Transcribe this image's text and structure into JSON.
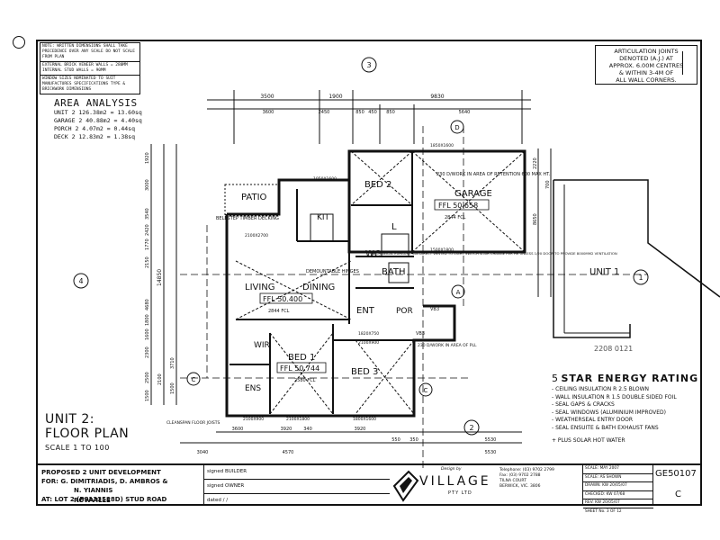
{
  "notes": {
    "note1": "NOTE: WRITTEN DIMENSIONS SHALL TAKE PRECEDENCE OVER ANY SCALE DO NOT SCALE FROM PLAN",
    "note2": "EXTERNAL BRICK VENEER WALLS = 280MM INTERNAL STUD WALLS = 90MM",
    "note3": "WINDOW SIZES NOMINATED TO SUIT MANUFACTURES SPECIFICATIONS TYPE & BRICKWORK DIMENSIONS"
  },
  "articulation": {
    "line1": "ARTICULATION JOINTS",
    "line2": "DENOTED (A.J.) AT",
    "line3": "APPROX. 6.00M CENTRES",
    "line4": "& WITHIN 3-4M OF",
    "line5": "ALL WALL CORNERS."
  },
  "area": {
    "title": "AREA ANALYSIS",
    "rows": [
      "UNIT 2 126.38m2 = 13.60sq",
      "GARAGE 2 40.88m2 = 4.40sq",
      "PORCH 2 4.07m2 = 0.44sq",
      "DECK 2 12.83m2 = 1.38sq"
    ]
  },
  "plan": {
    "rooms": {
      "bed2": "BED 2",
      "garage": "GARAGE",
      "ffl_garage": "FFL 50.658",
      "ffl_garage_sub": "2844 FCL",
      "patio": "PATIO",
      "patio_sub": "BELESTEP TIMBER DECKING",
      "kit": "KIT",
      "living": "LIVING",
      "dining": "DINING",
      "ffl_main": "FFL 50.400",
      "ffl_main_sub": "2844 FCL",
      "wc": "WC",
      "bath": "BATH",
      "l": "L",
      "ent": "ENT",
      "por": "POR",
      "bed1": "BED 1",
      "ffl_bed1": "FFL 50.744",
      "ffl_bed1_sub": "2580 FCL",
      "bed3": "BED 3",
      "wir": "WIR",
      "ens": "ENS",
      "unit1": "UNIT 1",
      "demount": "DEMOUNTABLE HINGES",
      "work_area": "230 D/WORK IN AREA OF RETENTION 600 MAX HT.",
      "exhaust": "MECHANICAL EXHAUST FAN DIRECT VENTED TO LIGHT SWITCH & AIR CHANGE PER HR UNLESS 1/20 DOOR TO PROVIDE 8000MM2 VENTILATION",
      "vb3a": "VB3",
      "vb3b": "VB3",
      "dw_pll": "230 D/WORK IN AREA OF PLL",
      "cleanspan": "CLEANSPAN FLOOR JOISTS",
      "stamp": "2208 0121"
    },
    "grids": {
      "top": "3",
      "left": "4",
      "right": "1",
      "bottom": "2",
      "A": "A",
      "C1": "C",
      "C2": "C",
      "D": "D"
    },
    "dims": {
      "top1": [
        "3500",
        "1900",
        "9830"
      ],
      "top2": [
        "3600",
        "2450",
        "850",
        "450",
        "850",
        "5640"
      ],
      "left": [
        "1920",
        "3000",
        "3540",
        "2420",
        "1770",
        "2150",
        "14850",
        "4680",
        "1800",
        "1600",
        "2300",
        "3710",
        "2500",
        "2100",
        "1500",
        "1500"
      ],
      "bottom1": [
        "3600",
        "3920",
        "340",
        "3920",
        "5530"
      ],
      "bottom2": [
        "3040",
        "4570",
        "550",
        "350",
        "5530"
      ],
      "right": [
        "2220",
        "8650",
        "700"
      ]
    },
    "windows": [
      "1050X1600",
      "1850X1600",
      "2100X2700",
      "2100X1800",
      "1800X1600",
      "2100X900",
      "1500X1800",
      "2100X900",
      "1820X750"
    ]
  },
  "energy": {
    "prefix": "5",
    "title": "STAR ENERGY RATING",
    "items": [
      "CEILING INSULATION R 2.5 BLOWN",
      "WALL INSULATION R 1.5 DOUBLE SIDED FOIL",
      "SEAL GAPS & CRACKS",
      "SEAL WINDOWS (ALUMINIUM IMPROVED)",
      "WEATHERSEAL ENTRY DOOR",
      "SEAL ENSUITE & BATH EXHAUST FANS"
    ],
    "plus": "+ PLUS SOLAR HOT WATER"
  },
  "plan_title": {
    "main": "UNIT 2:",
    "sub": "FLOOR PLAN",
    "scale": "SCALE 1 TO 100"
  },
  "titleblock": {
    "project": "PROPOSED 2 UNIT DEVELOPMENT",
    "for": "FOR: G. DIMITRIADIS, D. AMBROS &",
    "for2": "N. YIANNIS",
    "at": "AT: LOT 2 (PS133528D) STUD ROAD",
    "at2": "ROWVILLE",
    "signed_builder": "signed BUILDER",
    "signed_owner": "signed OWNER",
    "dated": "dated / /",
    "design_by": "Design by",
    "company": "VILLAGE",
    "company_sub": "PTY LTD",
    "contact": [
      "Telephone: (03) 9702 2799",
      "Fax: (03) 9702 2788",
      "TILNA COURT",
      "BERWICK, VIC. 3806"
    ],
    "info": [
      "SCALE: MAY 2007",
      "SCALE: AS SHOWN",
      "DRAWN: KW 20/05/07",
      "CHECKED: KW 07/68",
      "REV: KW 20/05/07",
      "SHEET No. 3 OF 12"
    ],
    "drawing_no": "GE50107",
    "rev": "C"
  }
}
